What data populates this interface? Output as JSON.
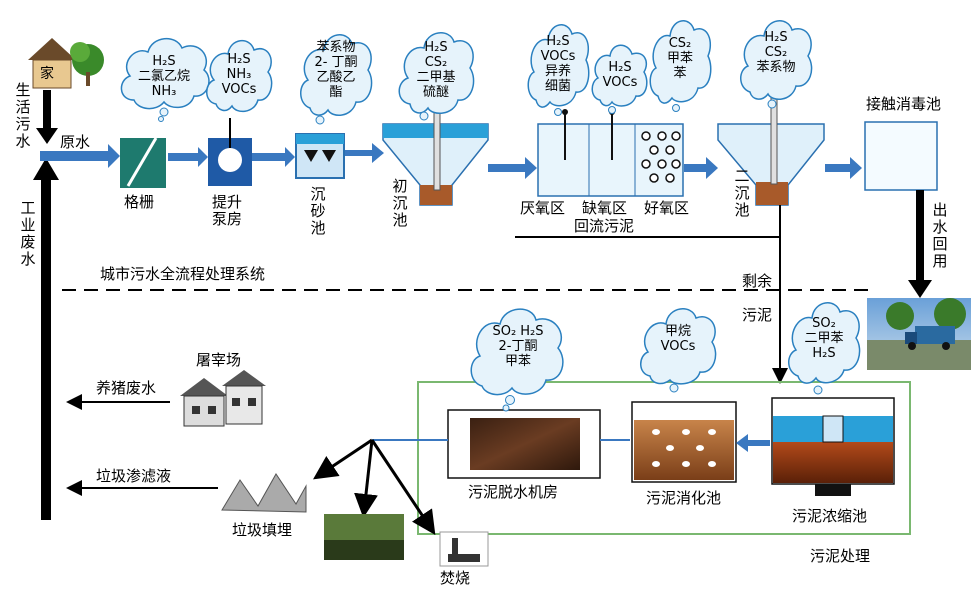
{
  "house_label": "家",
  "domestic_sewage": "生活污水",
  "raw_water": "原水",
  "industrial_wastewater": "工业废水",
  "system_title": "城市污水全流程处理系统",
  "units": {
    "grid": "格栅",
    "pump_house": "提升泵房",
    "grit_chamber": "沉砂池",
    "primary_clarifier": "初沉池",
    "anaerobic": "厌氧区",
    "anoxic": "缺氧区",
    "aerobic": "好氧区",
    "return_sludge": "回流污泥",
    "secondary_clarifier": "二沉池",
    "disinfection": "接触消毒池",
    "reuse": "出水回用",
    "excess_sludge": "剩余污泥",
    "dewatering": "污泥脱水机房",
    "digestion": "污泥消化池",
    "thickener": "污泥浓缩池",
    "sludge_treatment": "污泥处理",
    "slaughterhouse": "屠宰场",
    "pig_wastewater": "养猪废水",
    "landfill": "垃圾填埋",
    "leachate": "垃圾渗滤液",
    "incineration": "焚烧"
  },
  "emissions": {
    "grid": [
      "H₂S",
      "二氯乙烷",
      "NH₃"
    ],
    "pump": [
      "H₂S",
      "NH₃",
      "VOCs"
    ],
    "grit": [
      "苯系物",
      "2- 丁酮",
      "乙酸乙",
      "酯"
    ],
    "primary": [
      "H₂S",
      "CS₂",
      "二甲基",
      "硫醚"
    ],
    "anaerobic": [
      "H₂S",
      "VOCs",
      "异养",
      "细菌"
    ],
    "anoxic": [
      "H₂S",
      "VOCs"
    ],
    "aerobic": [
      "CS₂",
      "甲苯",
      "苯"
    ],
    "secondary": [
      "H₂S",
      "CS₂",
      "苯系物"
    ],
    "dewatering": [
      "SO₂ H₂S",
      "2-丁酮",
      "甲苯"
    ],
    "digestion": [
      "甲烷",
      "VOCs"
    ],
    "thickener": [
      "SO₂",
      "二甲苯",
      "H₂S"
    ]
  },
  "colors": {
    "flow_arrow": "#3a78c0",
    "grid_box": "#1e7a6e",
    "pump_box": "#1f5aa6",
    "water": "#2aa0d8",
    "sludge": "#a85a2a"
  }
}
